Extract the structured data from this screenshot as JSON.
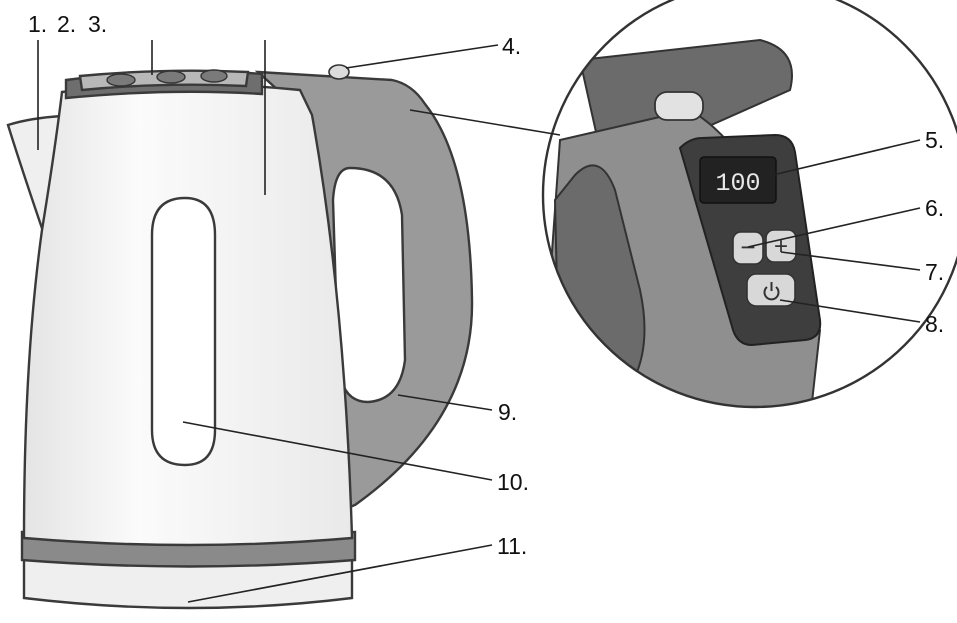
{
  "display": {
    "temperature": "100"
  },
  "buttons": {
    "minus_glyph": "−",
    "plus_glyph": "+",
    "power_icon": "power-icon"
  },
  "labels": {
    "l1": "1.",
    "l2": "2.",
    "l3": "3.",
    "l4": "4.",
    "l5": "5.",
    "l6": "6.",
    "l7": "7.",
    "l8": "8.",
    "l9": "9.",
    "l10": "10.",
    "l11": "11."
  },
  "colors": {
    "body": "#f3f3f3",
    "handle": "#9a9a9a",
    "dark_trim": "#6b6b6b",
    "panel": "#3e3e3e",
    "screen": "#222222",
    "outline": "#3a3a3a"
  }
}
